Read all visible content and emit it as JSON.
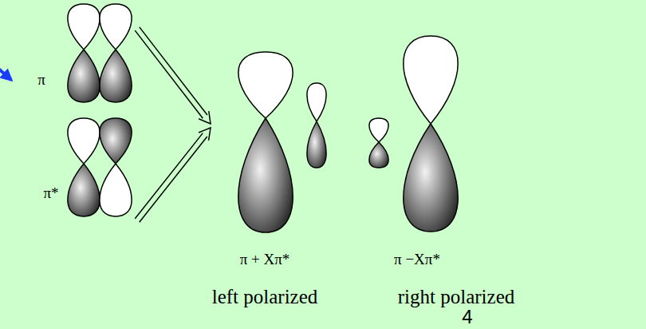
{
  "diagram": {
    "labels": [
      "π",
      "π*",
      "π + Xπ*",
      "π −Xπ*",
      "left polarized",
      "right polarized",
      "4"
    ]
  }
}
